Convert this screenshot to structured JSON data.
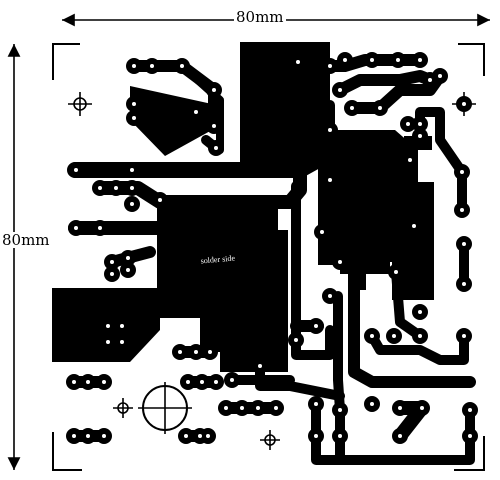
{
  "dimensions": {
    "width_label": "80mm",
    "height_label": "80mm"
  },
  "board": {
    "silk_text": "solder side",
    "colors": {
      "copper": "#000000",
      "background": "#ffffff",
      "pad_hole": "#ffffff"
    }
  }
}
